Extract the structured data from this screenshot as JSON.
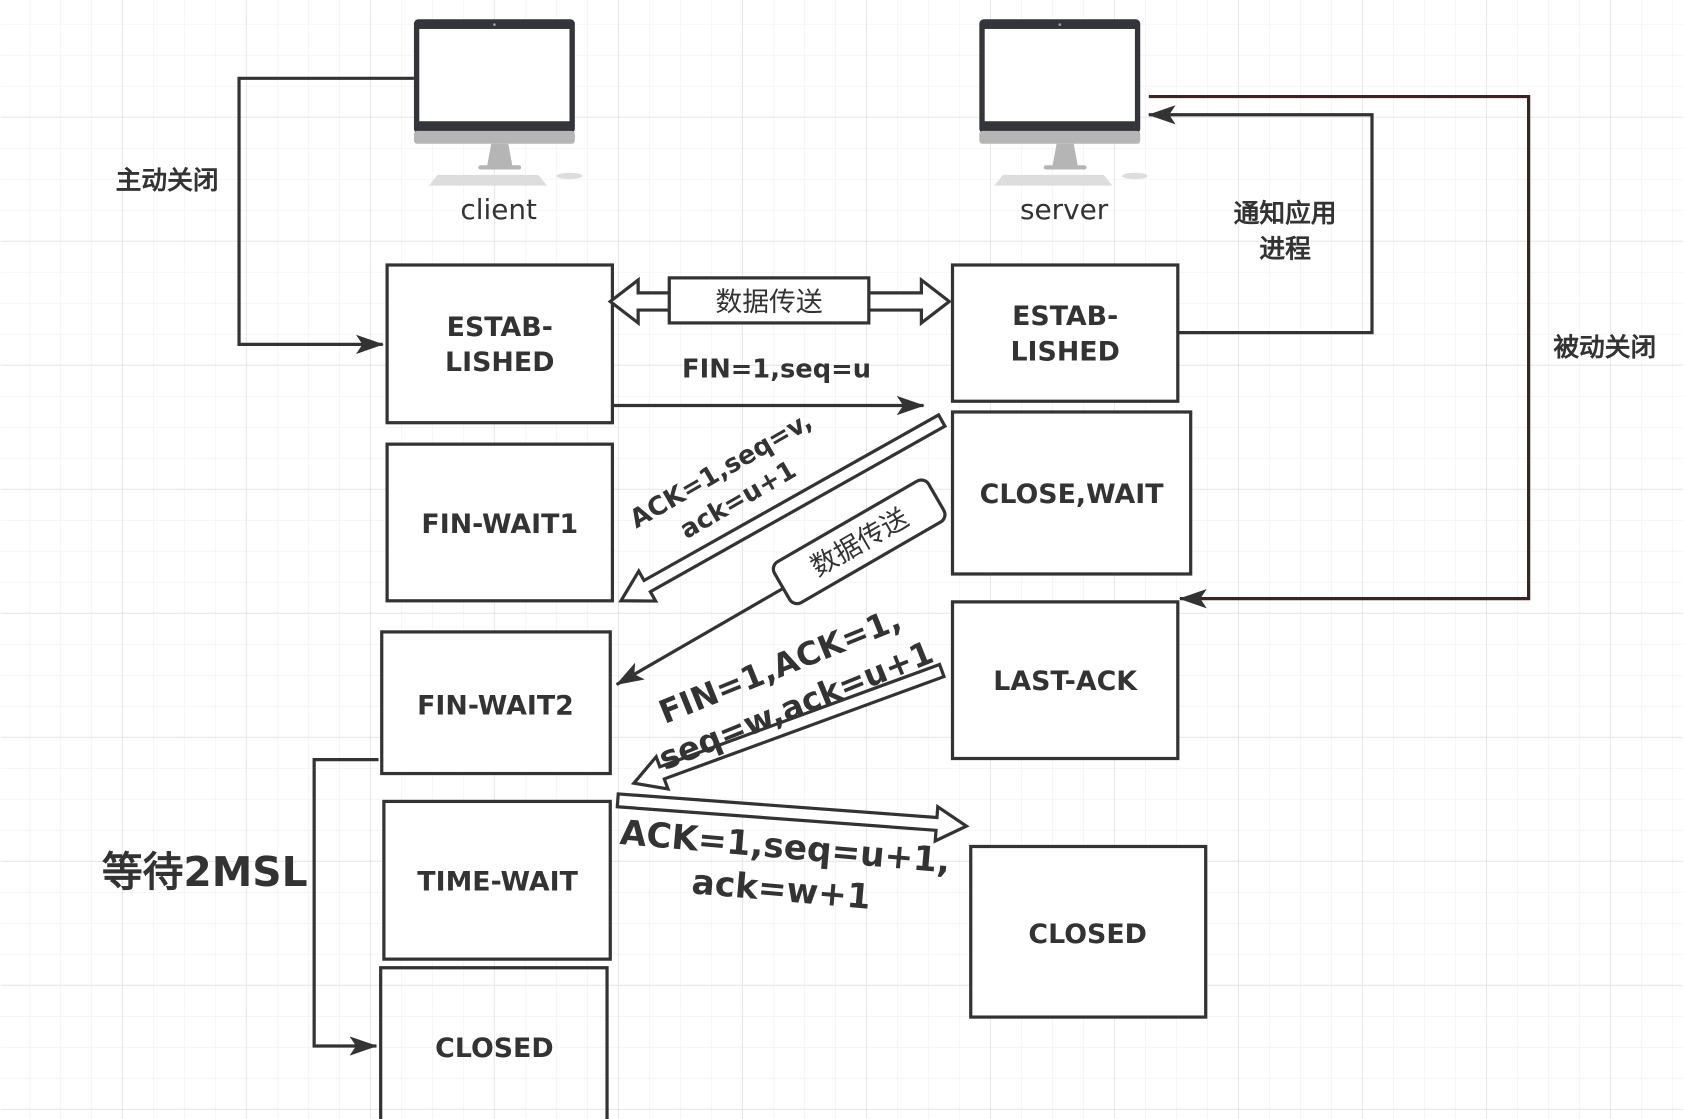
{
  "nodes": {
    "client": "client",
    "server": "server"
  },
  "labels": {
    "active_close": "主动关闭",
    "passive_close": "被动关闭",
    "notify_line1": "通知应用",
    "notify_line2": "进程",
    "wait_2msl": "等待2MSL",
    "data_transfer_1": "数据传送",
    "data_transfer_2": "数据传送"
  },
  "client_states": {
    "established_1": "ESTAB-",
    "established_2": "LISHED",
    "fin_wait1": "FIN-WAIT1",
    "fin_wait2": "FIN-WAIT2",
    "time_wait": "TIME-WAIT",
    "closed": "CLOSED"
  },
  "server_states": {
    "established_1": "ESTAB-",
    "established_2": "LISHED",
    "close_wait": "CLOSE,WAIT",
    "last_ack": "LAST-ACK",
    "closed": "CLOSED"
  },
  "messages": {
    "fin1": "FIN=1,seq=u",
    "ack1_line1": "ACK=1,seq=v,",
    "ack1_line2": "ack=u+1",
    "fin2_line1": "FIN=1,ACK=1,",
    "fin2_line2": "seq=w,ack=u+1",
    "ack2_line1": "ACK=1,seq=u+1,",
    "ack2_line2": "ack=w+1"
  },
  "colors": {
    "stroke": "#333333",
    "passive_line": "#3a2424",
    "grid_minor": "#f0f0f0",
    "grid_major": "#e2e2e2"
  }
}
